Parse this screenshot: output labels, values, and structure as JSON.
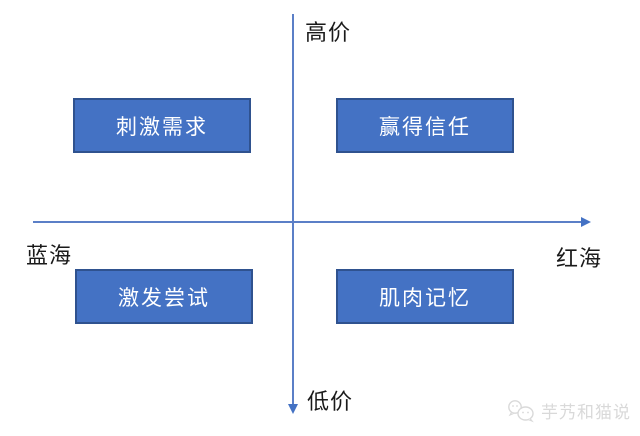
{
  "diagram": {
    "type": "quadrant-matrix",
    "axes": {
      "vertical_top_label": "高价",
      "vertical_bottom_label": "低价",
      "horizontal_left_label": "蓝海",
      "horizontal_right_label": "红海",
      "vertical_arrow": "down",
      "horizontal_arrow": "right"
    },
    "quadrants": [
      {
        "position": "top-left",
        "label": "刺激需求"
      },
      {
        "position": "top-right",
        "label": "赢得信任"
      },
      {
        "position": "bottom-left",
        "label": "激发尝试"
      },
      {
        "position": "bottom-right",
        "label": "肌肉记忆"
      }
    ],
    "colors": {
      "box_fill": "#4472C4",
      "box_border": "#2F528F",
      "axis_line": "#4472C4",
      "label_text": "#1A1A1A",
      "box_text": "#FFFFFF",
      "watermark": "#D9D9D9"
    }
  },
  "watermark": {
    "icon": "wechat-icon",
    "text": "芋艿和猫说"
  }
}
